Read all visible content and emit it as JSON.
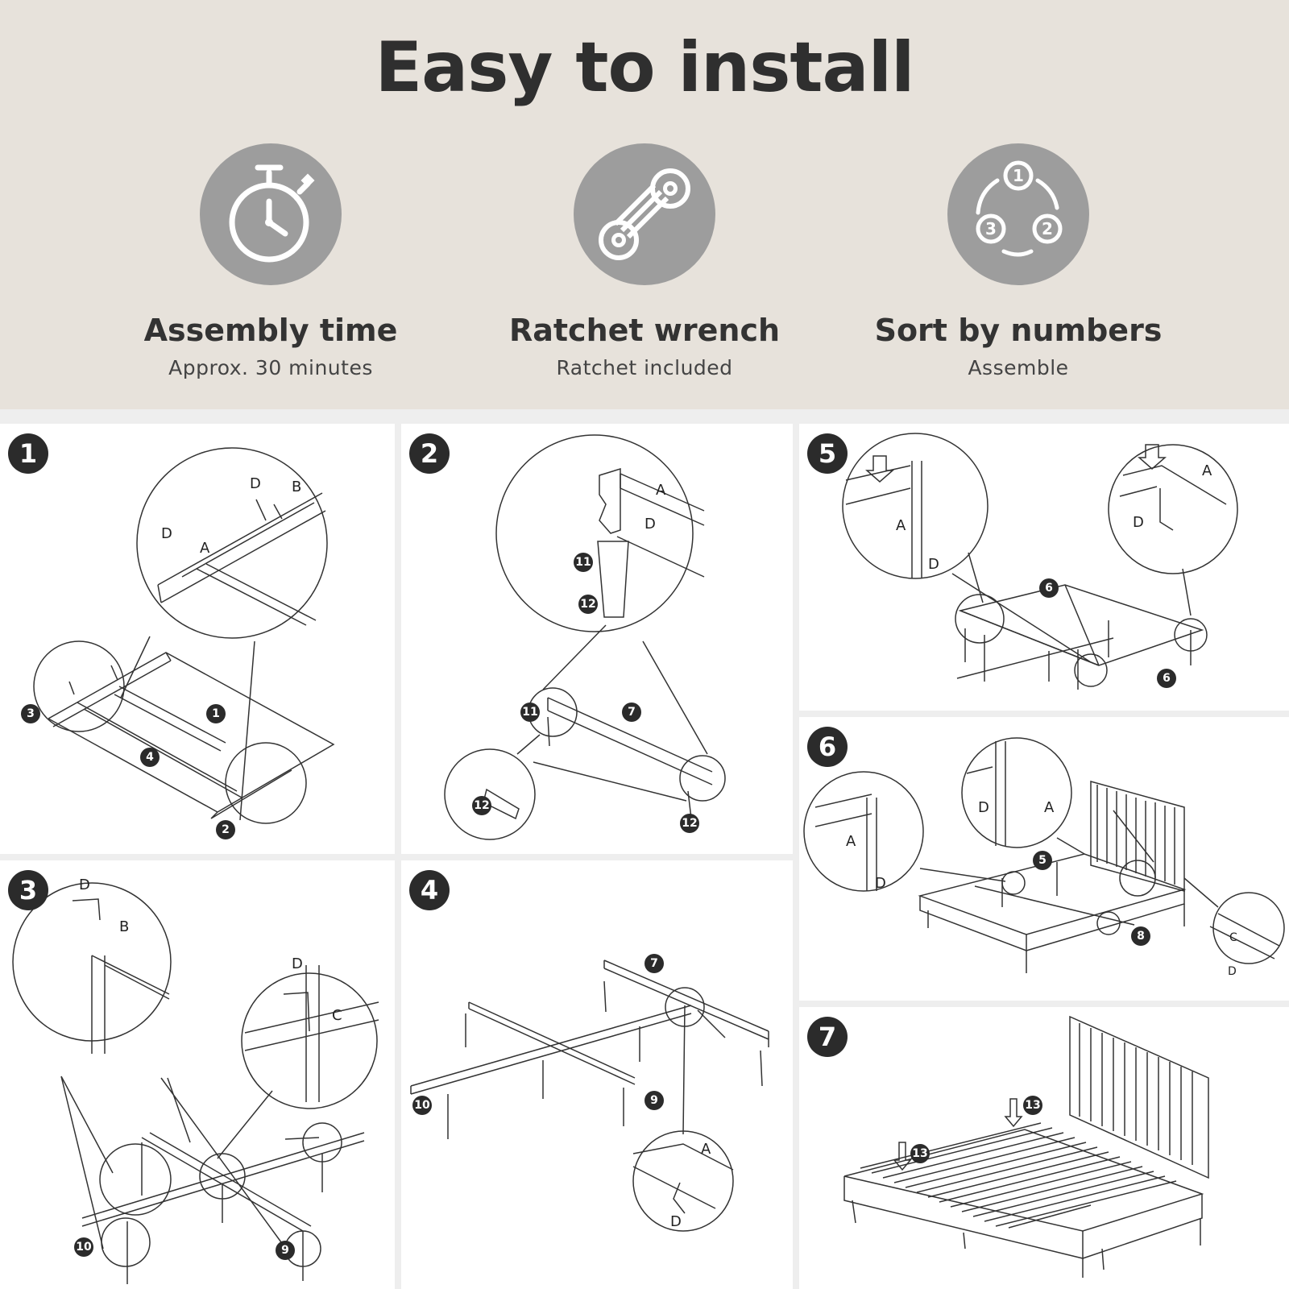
{
  "header": {
    "title": "Easy to install"
  },
  "features": [
    {
      "icon": "stopwatch-icon",
      "title": "Assembly time",
      "subtitle": "Approx. 30 minutes"
    },
    {
      "icon": "wrench-icon",
      "title": "Ratchet wrench",
      "subtitle": "Ratchet included"
    },
    {
      "icon": "numbered-cycle-icon",
      "title": "Sort by numbers",
      "subtitle": "Assemble"
    }
  ],
  "cycle_icon_numbers": [
    "1",
    "2",
    "3"
  ],
  "steps": {
    "s1": {
      "num": "1",
      "letters": [
        "D",
        "B",
        "D",
        "A"
      ],
      "parts": [
        "3",
        "1",
        "4",
        "2"
      ]
    },
    "s2": {
      "num": "2",
      "letters": [
        "A",
        "D"
      ],
      "parts": [
        "11",
        "12",
        "7",
        "11",
        "12",
        "12"
      ]
    },
    "s3": {
      "num": "3",
      "letters": [
        "D",
        "B",
        "D",
        "C"
      ],
      "parts": [
        "10",
        "9"
      ]
    },
    "s4": {
      "num": "4",
      "letters": [
        "A",
        "D"
      ],
      "parts": [
        "7",
        "10",
        "9"
      ]
    },
    "s5": {
      "num": "5",
      "letters": [
        "A",
        "D",
        "A",
        "D"
      ],
      "parts": [
        "6",
        "6"
      ]
    },
    "s6": {
      "num": "6",
      "letters": [
        "A",
        "D",
        "D",
        "A",
        "C",
        "D"
      ],
      "parts": [
        "5",
        "8"
      ]
    },
    "s7": {
      "num": "7",
      "parts": [
        "13",
        "13"
      ]
    }
  },
  "colors": {
    "top_background": "#e7e2db",
    "icon_circle": "#9d9d9d",
    "step_badge": "#2b2b2b",
    "title_text": "#2f2f2f"
  }
}
